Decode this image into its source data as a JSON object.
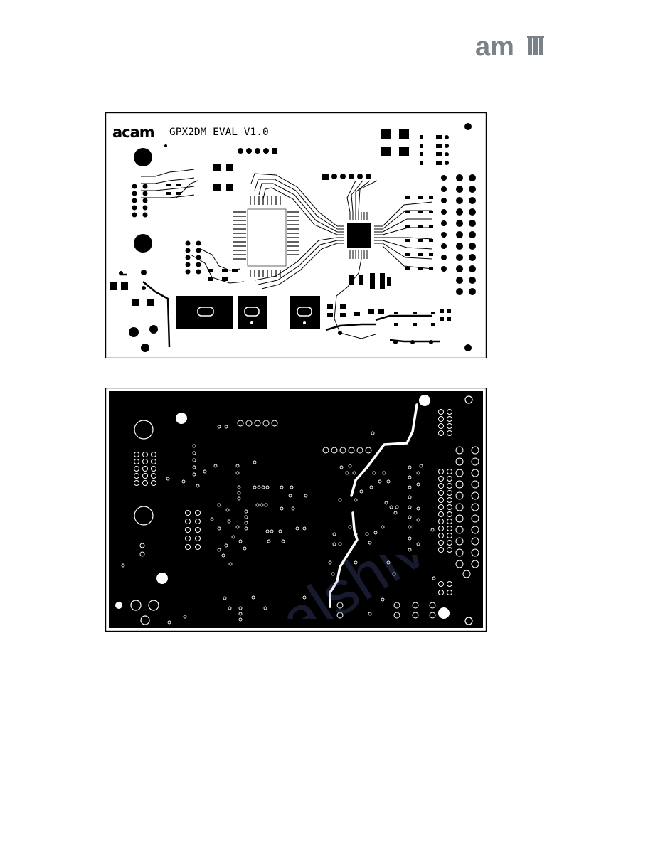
{
  "header": {
    "logo_text": "am",
    "logo_color": "#7a8289"
  },
  "top_layer": {
    "silkscreen_logo": "acam",
    "silkscreen_title": "GPX2DM EVAL V1.0"
  },
  "watermark": {
    "text": "manualshive.com",
    "color": "#6e7bd8"
  }
}
